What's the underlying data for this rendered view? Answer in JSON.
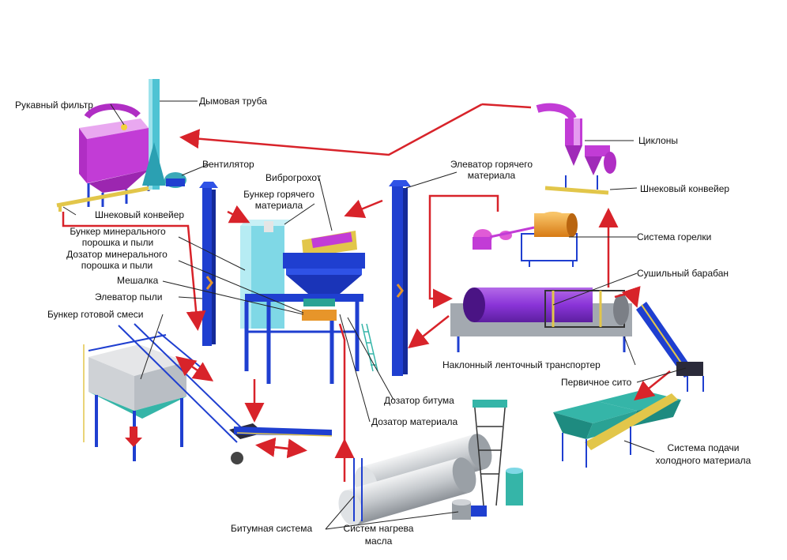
{
  "labels": {
    "bag_filter": "Рукавный фильтр",
    "chimney": "Дымовая труба",
    "fan": "Вентилятор",
    "vibro_screen": "Виброгрохот",
    "hot_bin_1": "Бункер горячего",
    "hot_bin_2": "материала",
    "hot_elevator_1": "Элеватор горячего",
    "hot_elevator_2": "материала",
    "cyclones": "Циклоны",
    "screw_conveyor_left": "Шнековый конвейер",
    "screw_conveyor_right": "Шнековый конвейер",
    "mineral_bin_1": "Бункер минерального",
    "mineral_bin_2": "порошка и пыли",
    "mineral_doser_1": "Дозатор минерального",
    "mineral_doser_2": "порошка и пыли",
    "mixer": "Мешалка",
    "dust_elevator": "Элеватор пыли",
    "finished_bin": "Бункер готовой смеси",
    "burner_system": "Система горелки",
    "dryer_drum": "Сушильный барабан",
    "inclined_belt": "Наклонный ленточный транспортер",
    "primary_screen": "Первичное сито",
    "bitumen_doser": "Дозатор битума",
    "material_doser": "Дозатор материала",
    "cold_feed_1": "Система подачи",
    "cold_feed_2": "холодного материала",
    "bitumen_system": "Битумная система",
    "oil_heating_1": "Систем нагрева",
    "oil_heating_2": "масла"
  },
  "colors": {
    "arrow": "#d8232a",
    "structure_blue": "#1f3fd0",
    "bin_cyan": "#7fd8e6",
    "magenta": "#c23cd6",
    "purple": "#8a34d8",
    "yellow_conveyor": "#e2c64a",
    "tank_gray": "#b9bec4",
    "hopper_teal": "#35b5a8",
    "burner_orange": "#e7952a",
    "chimney_cyan": "#4fc3d3"
  }
}
